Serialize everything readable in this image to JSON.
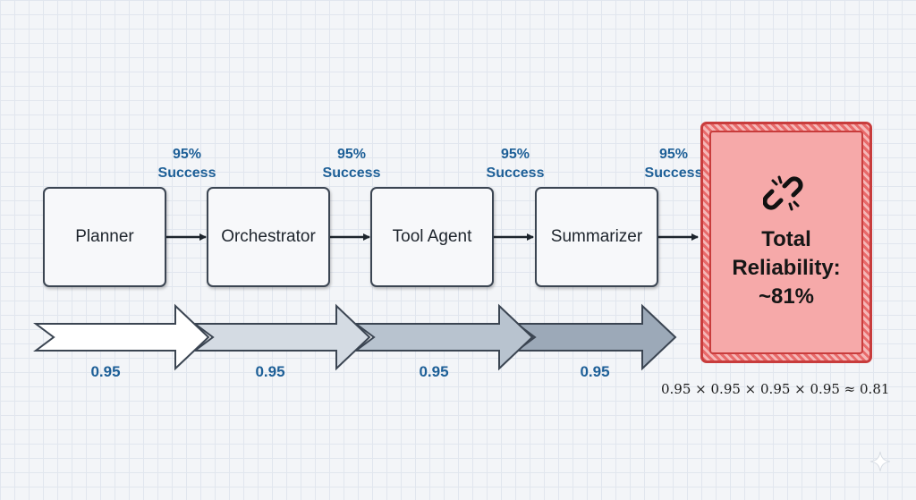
{
  "nodes": [
    {
      "label": "Planner"
    },
    {
      "label": "Orchestrator"
    },
    {
      "label": "Tool Agent"
    },
    {
      "label": "Summarizer"
    }
  ],
  "success_labels": [
    {
      "percent": "95%",
      "text": "Success"
    },
    {
      "percent": "95%",
      "text": "Success"
    },
    {
      "percent": "95%",
      "text": "Success"
    },
    {
      "percent": "95%",
      "text": "Success"
    }
  ],
  "reliability_values": [
    "0.95",
    "0.95",
    "0.95",
    "0.95"
  ],
  "total": {
    "line1": "Total",
    "line2": "Reliability:",
    "line3": "~81%"
  },
  "formula": "0.95 × 0.95 × 0.95 × 0.95 ≈ 0.81",
  "icons": [
    "broken-chain-link-icon",
    "sparkle-icon"
  ],
  "colors": {
    "accent_blue": "#1d5f97",
    "total_red": "#c83c3c",
    "total_fill": "#f6a9a9",
    "node_border": "#3b4552"
  }
}
